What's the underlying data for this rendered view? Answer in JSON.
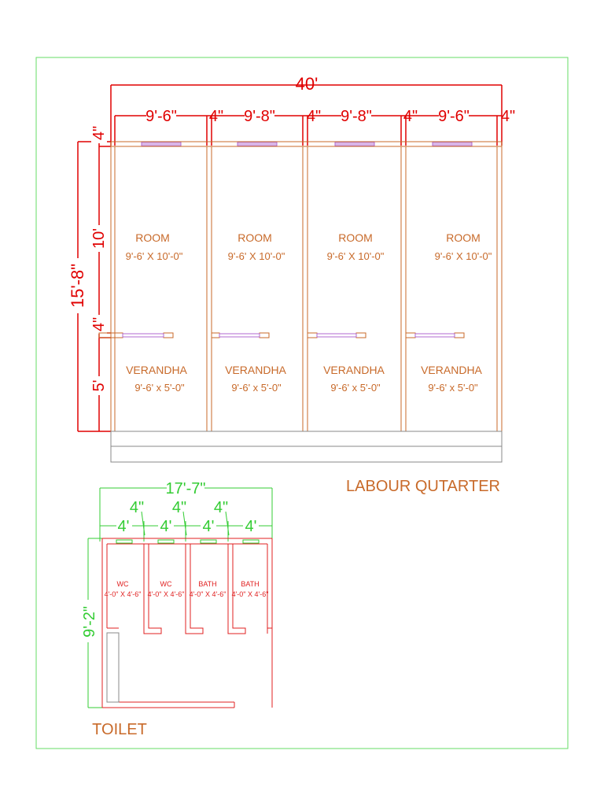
{
  "labour_quarter": {
    "title": "LABOUR QUTARTER",
    "overall_width": "40'",
    "width_segments": [
      "9'-6\"",
      "9'-8\"",
      "9'-8\"",
      "9'-6\""
    ],
    "wall_thickness": [
      "4\"",
      "4\"",
      "4\"",
      "4\""
    ],
    "overall_depth": "15'-8\"",
    "depth_segments": [
      "4\"",
      "10'",
      "4\"",
      "5'"
    ],
    "rooms": [
      {
        "name": "ROOM",
        "size": "9'-6' X 10'-0\""
      },
      {
        "name": "ROOM",
        "size": "9'-6' X 10'-0\""
      },
      {
        "name": "ROOM",
        "size": "9'-6' X 10'-0\""
      },
      {
        "name": "ROOM",
        "size": "9'-6' X 10'-0\""
      }
    ],
    "verandhas": [
      {
        "name": "VERANDHA",
        "size": "9'-6' x 5'-0\""
      },
      {
        "name": "VERANDHA",
        "size": "9'-6' x 5'-0\""
      },
      {
        "name": "VERANDHA",
        "size": "9'-6' x 5'-0\""
      },
      {
        "name": "VERANDHA",
        "size": "9'-6' x 5'-0\""
      }
    ]
  },
  "toilet": {
    "title": "TOILET",
    "overall_width": "17'-7\"",
    "wall_dims": [
      "4\"",
      "4\"",
      "4\""
    ],
    "unit_widths": [
      "4'",
      "4'",
      "4'",
      "4'"
    ],
    "overall_depth": "9'-2\"",
    "units": [
      {
        "name": "WC",
        "size": "4'-0\" X 4'-6\""
      },
      {
        "name": "WC",
        "size": "4'-0\" X 4'-6\""
      },
      {
        "name": "BATH",
        "size": "4'-0\" X 4'-6\""
      },
      {
        "name": "BATH",
        "size": "4'-0\" X 4'-6\""
      }
    ]
  },
  "colors": {
    "dimension_red": "#e00000",
    "dimension_green": "#33cc33",
    "wall_orange": "#c86a2a",
    "window_purple": "#b06ad0",
    "border_green": "#66dd66",
    "grey": "#888888"
  }
}
